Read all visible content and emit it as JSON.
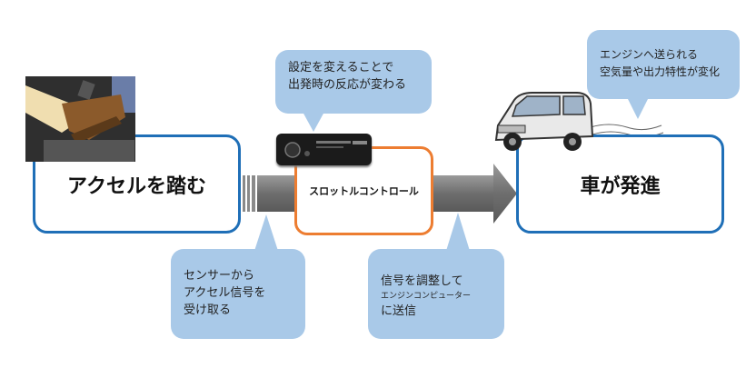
{
  "steps": {
    "pedal": "アクセルを踏む",
    "throttle": "スロットルコントロール",
    "car": "車が発進"
  },
  "callouts": {
    "sensor": [
      "センサーから",
      "アクセル信号を",
      "受け取る"
    ],
    "settings": [
      "設定を変えることで",
      "出発時の反応が変わる"
    ],
    "signal": [
      "信号を調整して",
      "エンジンコンピューター",
      "に送信"
    ],
    "engine": [
      "エンジンへ送られる",
      "空気量や出力特性が変化"
    ]
  },
  "colors": {
    "box_border": "#1f6fb7",
    "throttle_border": "#ed7d31",
    "callout_fill": "#a9c9e8",
    "arrow_fill": "#7f7f7f"
  }
}
